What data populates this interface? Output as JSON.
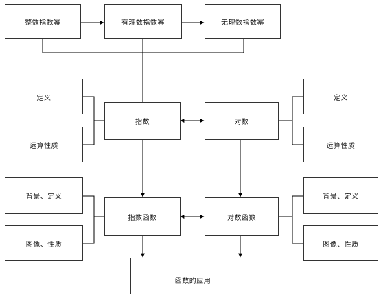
{
  "nodes": {
    "integer_power": "整数指数幂",
    "rational_power": "有理数指数幂",
    "irrational_power": "无理数指数幂",
    "exp_definition": "定义",
    "exp_properties": "运算性质",
    "exponent": "指数",
    "logarithm": "对数",
    "log_definition": "定义",
    "log_properties": "运算性质",
    "exp_func_background": "背景、定义",
    "exp_func_graph": "图像、性质",
    "exponential_function": "指数函数",
    "logarithmic_function": "对数函数",
    "log_func_background": "背景、定义",
    "log_func_graph": "图像、性质",
    "applications": "函数的应用"
  }
}
